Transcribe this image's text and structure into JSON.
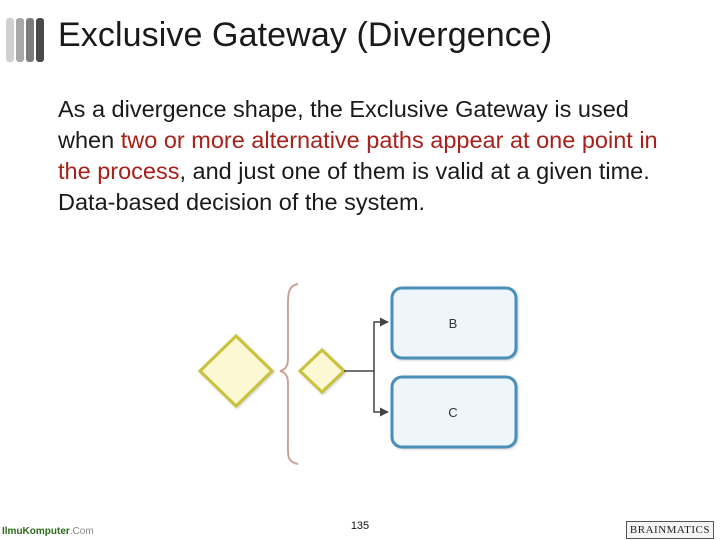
{
  "slide": {
    "title": "Exclusive Gateway (Divergence)",
    "body": {
      "part1": "As a divergence shape, the Exclusive Gateway is used when ",
      "highlight": "two or more alternative paths appear at one point in the process",
      "part2": ", and just one of them is valid at a given time. Data-based decision of the system."
    },
    "page_number": "135"
  },
  "diagram": {
    "task_b_label": "B",
    "task_c_label": "C"
  },
  "footer": {
    "left_logo": "IlmuKomputer",
    "left_logo_domain": ".Com",
    "right_logo": "BRAINMATICS"
  },
  "colors": {
    "highlight_text": "#a8201a",
    "gateway_fill": "#fbf8d3",
    "gateway_stroke": "#c9c23a",
    "task_fill": "#eef6fb",
    "task_stroke": "#4a90b8",
    "bracket": "#c9a49a",
    "title_bars": [
      "#c8c8c8",
      "#9a9a9a",
      "#6e6e6e",
      "#3a3a3a"
    ]
  }
}
